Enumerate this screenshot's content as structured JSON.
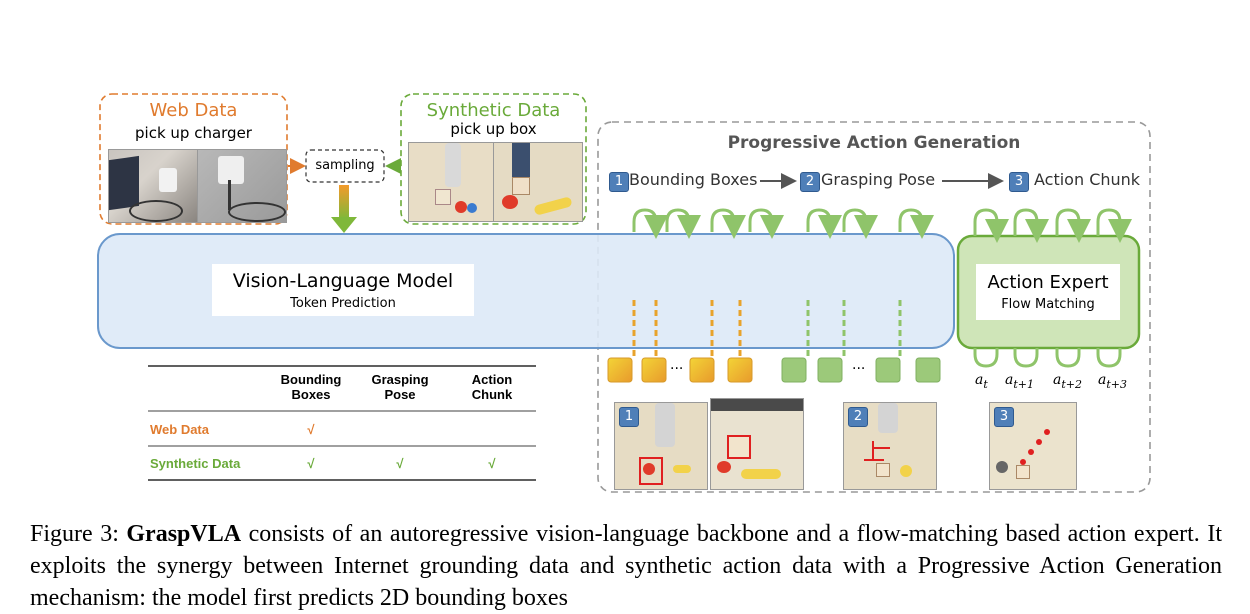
{
  "web_data": {
    "title": "Web Data",
    "instruction": "pick up charger"
  },
  "synthetic_data": {
    "title": "Synthetic Data",
    "instruction": "pick up box"
  },
  "sampling_label": "sampling",
  "vlm": {
    "title": "Vision-Language Model",
    "subtitle": "Token Prediction"
  },
  "progressive": {
    "title": "Progressive Action Generation",
    "stages": [
      {
        "num": "1",
        "label": "Bounding Boxes"
      },
      {
        "num": "2",
        "label": "Grasping Pose"
      },
      {
        "num": "3",
        "label": "Action Chunk"
      }
    ],
    "ellipsis": "..."
  },
  "action_expert": {
    "title": "Action Expert",
    "subtitle": "Flow Matching"
  },
  "actions": [
    "a_t",
    "a_{t+1}",
    "a_{t+2}",
    "a_{t+3}"
  ],
  "table": {
    "columns": [
      "Bounding Boxes",
      "Grasping Pose",
      "Action Chunk"
    ],
    "rows": [
      {
        "label": "Web Data",
        "marks": [
          "√",
          "",
          ""
        ]
      },
      {
        "label": "Synthetic Data",
        "marks": [
          "√",
          "√",
          "√"
        ]
      }
    ]
  },
  "colors": {
    "web": "#e07b2e",
    "synthetic": "#6aaa3a",
    "vlm_fill": "#dde9f7",
    "vlm_border": "#6a98cc",
    "expert_fill": "#cfe5b8",
    "expert_border": "#6aaa3a",
    "token_green": "#9cc97a",
    "arrow_green": "#8fc46a",
    "dashed_gray": "#999999"
  },
  "caption": {
    "label": "Figure 3:",
    "name": "GraspVLA",
    "text": " consists of an autoregressive vision-language backbone and a flow-matching based action expert. It exploits the synergy between Internet grounding data and synthetic action data with a Progressive Action Generation mechanism: the model first predicts 2D bounding boxes"
  }
}
